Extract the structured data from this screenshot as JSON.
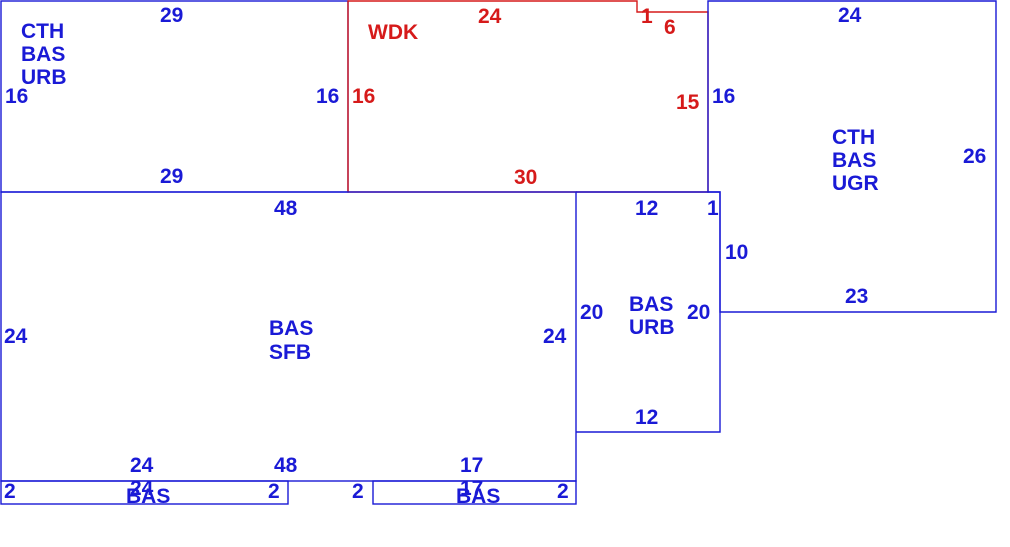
{
  "colors": {
    "blue": "#1a1ad6",
    "red": "#d61a1a"
  },
  "areas": {
    "top_left": {
      "line1": "CTH",
      "line2": "BAS",
      "line3": "URB",
      "top": "29",
      "bottom": "29",
      "left": "16",
      "right": "16"
    },
    "deck": {
      "name": "WDK",
      "top": "24",
      "jog_v": "1",
      "jog_h": "6",
      "left": "16",
      "right": "15",
      "bottom": "30"
    },
    "top_right": {
      "line1": "CTH",
      "line2": "BAS",
      "line3": "UGR",
      "top": "24",
      "left": "16",
      "right": "26",
      "bottom": "23",
      "inner_v": "10"
    },
    "main": {
      "line1": "BAS",
      "line2": "SFB",
      "top": "48",
      "left": "24",
      "right": "24",
      "bottom": "48"
    },
    "middle_right": {
      "line1": "BAS",
      "line2": "URB",
      "top": "12",
      "jog": "1",
      "left": "20",
      "right": "20",
      "bottom": "12"
    },
    "bottom_left_strip": {
      "name": "BAS",
      "top": "24",
      "overlap": "24",
      "left": "2",
      "right": "2"
    },
    "bottom_right_strip": {
      "name": "BAS",
      "top": "17",
      "overlap": "17",
      "left": "2",
      "right": "2"
    }
  }
}
